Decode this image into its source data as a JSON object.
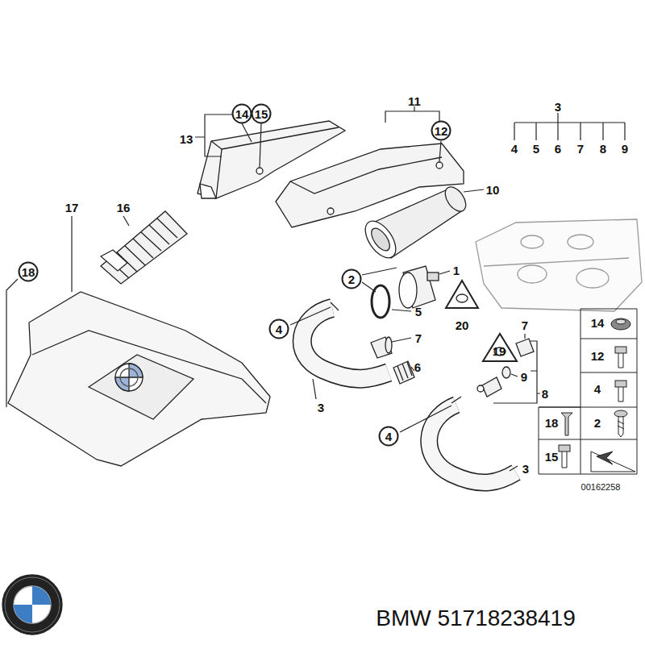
{
  "diagram": {
    "nodes": [
      {
        "text": [
          "14"
        ]
      },
      {
        "text": [
          "15"
        ]
      },
      {
        "text": [
          "12"
        ]
      },
      {
        "text": [
          "18"
        ]
      },
      {
        "text": [
          "2"
        ]
      },
      {
        "text": [
          "4"
        ]
      },
      {
        "text": [
          "4"
        ]
      }
    ],
    "labels": [
      "13",
      "11",
      "3",
      "4",
      "5",
      "6",
      "7",
      "8",
      "9",
      "10",
      "17",
      "16",
      "1",
      "5",
      "20",
      "7",
      "7",
      "19",
      "6",
      "9",
      "8",
      "3",
      "3",
      "14",
      "12",
      "4",
      "18",
      "2",
      "15",
      "00162258",
      "BMW 51718238419"
    ]
  }
}
